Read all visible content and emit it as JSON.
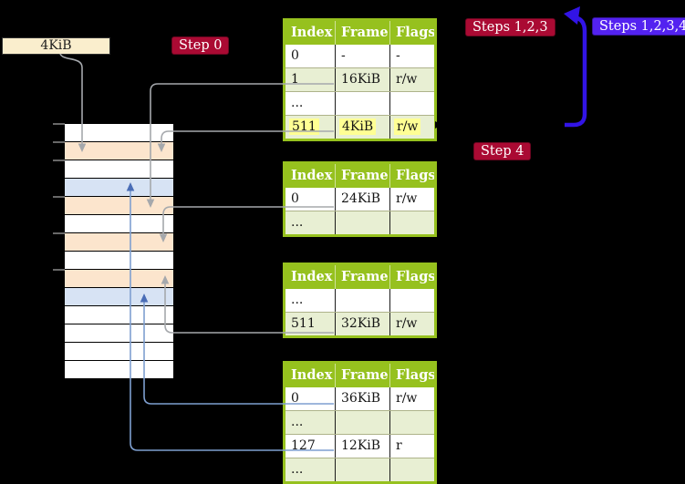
{
  "frame_label": {
    "text": "4KiB"
  },
  "badges": {
    "step0": "Step 0",
    "steps123": "Steps 1,2,3",
    "steps1234": "Steps 1,2,3,4",
    "step4": "Step 4"
  },
  "table_header": [
    "Index",
    "Frame",
    "Flags"
  ],
  "tables": [
    {
      "name": "level-4-table",
      "rows": [
        {
          "index": "0",
          "frame": "-",
          "flags": "-"
        },
        {
          "index": "1",
          "frame": "16KiB",
          "flags": "r/w"
        },
        {
          "index": "...",
          "frame": "",
          "flags": ""
        },
        {
          "index": "511",
          "frame": "4KiB",
          "flags": "r/w",
          "highlight": true
        }
      ]
    },
    {
      "name": "level-3-table",
      "rows": [
        {
          "index": "0",
          "frame": "24KiB",
          "flags": "r/w"
        },
        {
          "index": "...",
          "frame": "",
          "flags": ""
        }
      ]
    },
    {
      "name": "level-2-table",
      "rows": [
        {
          "index": "...",
          "frame": "",
          "flags": ""
        },
        {
          "index": "511",
          "frame": "32KiB",
          "flags": "r/w"
        }
      ]
    },
    {
      "name": "level-1-table",
      "rows": [
        {
          "index": "0",
          "frame": "36KiB",
          "flags": "r/w"
        },
        {
          "index": "...",
          "frame": "",
          "flags": ""
        },
        {
          "index": "127",
          "frame": "12KiB",
          "flags": "r"
        },
        {
          "index": "...",
          "frame": "",
          "flags": ""
        }
      ]
    }
  ],
  "memory": {
    "rows": [
      "empty",
      "page_table",
      "empty",
      "mapped_page",
      "page_table",
      "empty",
      "page_table",
      "empty",
      "page_table",
      "mapped_page",
      "empty",
      "empty",
      "empty",
      "empty"
    ]
  },
  "colors": {
    "background": "#000000",
    "table_green": "#96c11e",
    "table_row_alt": "#e8efd3",
    "highlight_yellow": "#ffff94",
    "frame_label_cream": "#faeecd",
    "page_table_peach": "#fce5cd",
    "mapped_page_blue": "#d7e3f4",
    "badge_red": "#aa0a33",
    "badge_blue": "#5322f0",
    "loop_arrow_blue": "#3214e6",
    "gray_connector": "#a5a8ac",
    "blue_connector": "#7e9fd0",
    "blue_arrowhead": "#4a6db6"
  }
}
